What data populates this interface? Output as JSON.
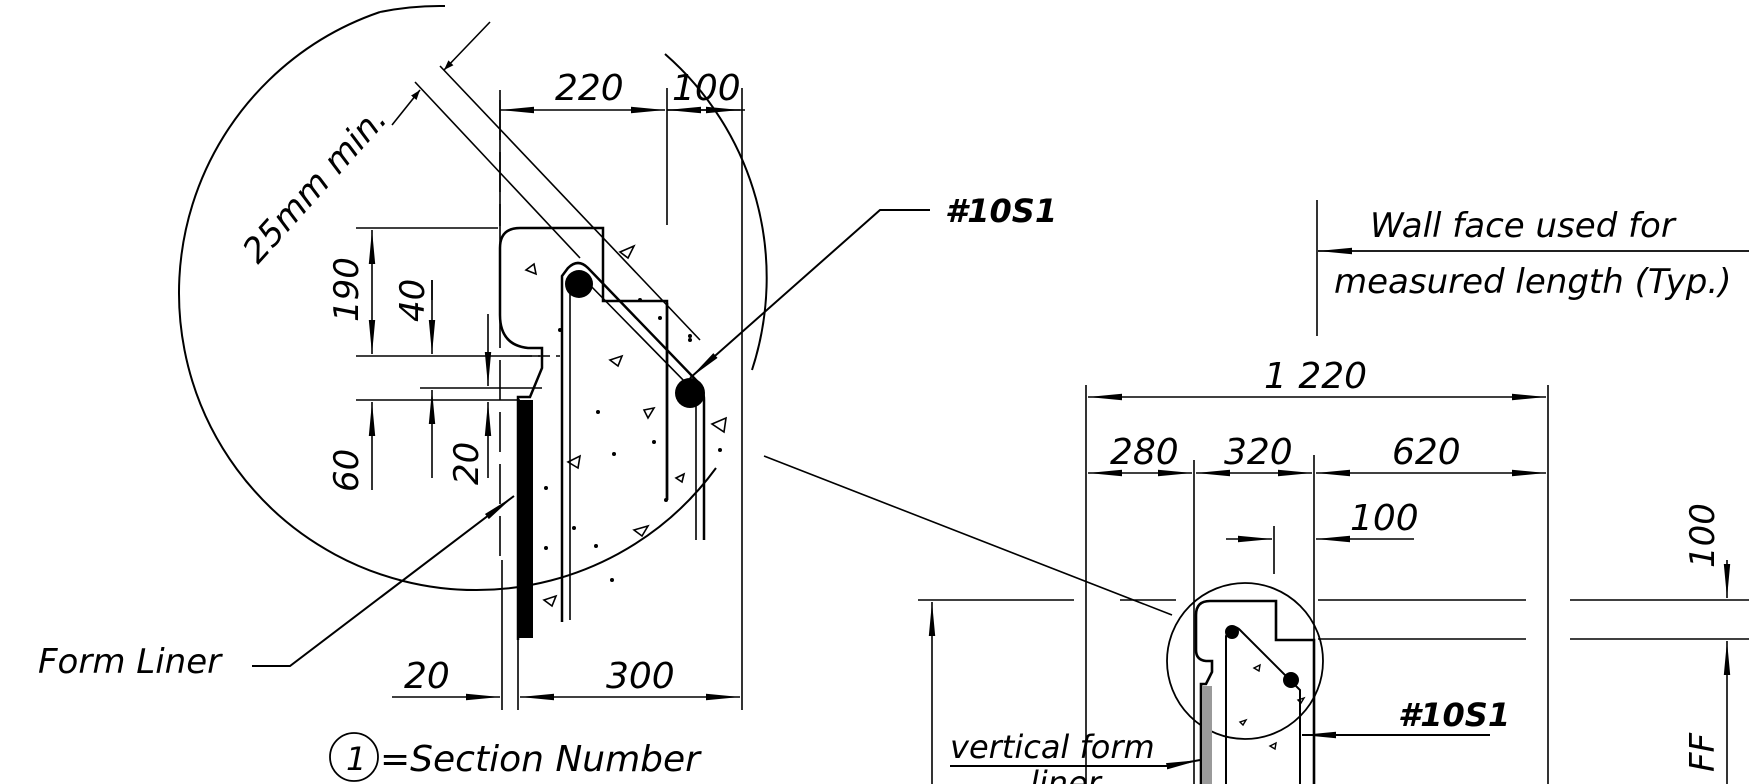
{
  "detail": {
    "dim_220": "220",
    "dim_100_top": "100",
    "dim_25mm": "25mm min.",
    "dim_190": "190",
    "dim_40": "40",
    "dim_60": "60",
    "dim_20_vert": "20",
    "dim_20_horiz": "20",
    "dim_300": "300",
    "rebar_label": "#10S1",
    "form_liner_label": "Form Liner",
    "section_symbol": "1",
    "section_note": "=Section Number"
  },
  "section": {
    "wall_face_line1": "Wall face used for",
    "wall_face_line2": "measured length (Typ.)",
    "dim_1220": "1 220",
    "dim_280": "280",
    "dim_320": "320",
    "dim_620": "620",
    "dim_100_mid": "100",
    "dim_100_right": "100",
    "dim_ff": "FF",
    "rebar_label": "#10S1",
    "vertical_form_line1": "vertical form",
    "vertical_form_line2": "liner"
  },
  "colors": {
    "line": "#000000",
    "liner_light": "#9a9a9a",
    "background": "#ffffff"
  }
}
